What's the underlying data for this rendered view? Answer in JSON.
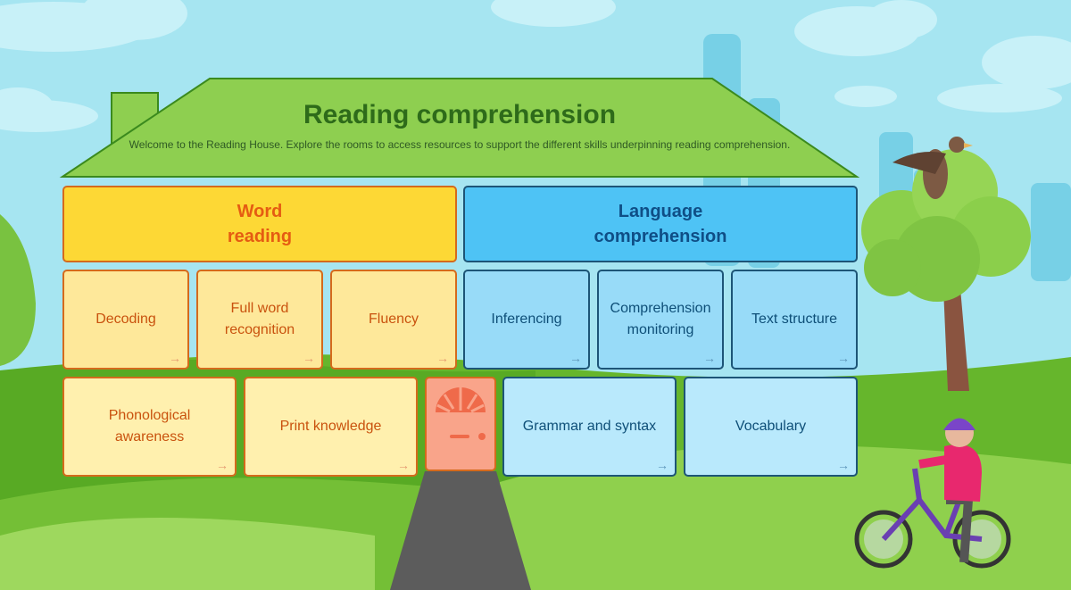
{
  "house": {
    "title": "Reading comprehension",
    "subtitle": "Welcome to the Reading House. Explore the rooms to access resources to support the different skills underpinning reading comprehension."
  },
  "word_reading": {
    "heading": "Word\nreading",
    "rooms": [
      {
        "label": "Decoding"
      },
      {
        "label": "Full word\nrecognition"
      },
      {
        "label": "Fluency"
      },
      {
        "label": "Phonological\nawareness"
      },
      {
        "label": "Print knowledge"
      }
    ]
  },
  "language_comprehension": {
    "heading": "Language\ncomprehension",
    "rooms": [
      {
        "label": "Inferencing"
      },
      {
        "label": "Comprehension\nmonitoring"
      },
      {
        "label": "Text structure"
      },
      {
        "label": "Grammar and syntax"
      },
      {
        "label": "Vocabulary"
      }
    ]
  },
  "icons": {
    "room_arrow": "→",
    "door": "door-icon"
  },
  "colors": {
    "word_heading_bg": "#fdd835",
    "word_room_bg": "#fee89a",
    "language_heading_bg": "#4ec3f5",
    "language_room_bg": "#98dbf8",
    "roof": "#8ecf50",
    "door": "#f9a48a"
  }
}
